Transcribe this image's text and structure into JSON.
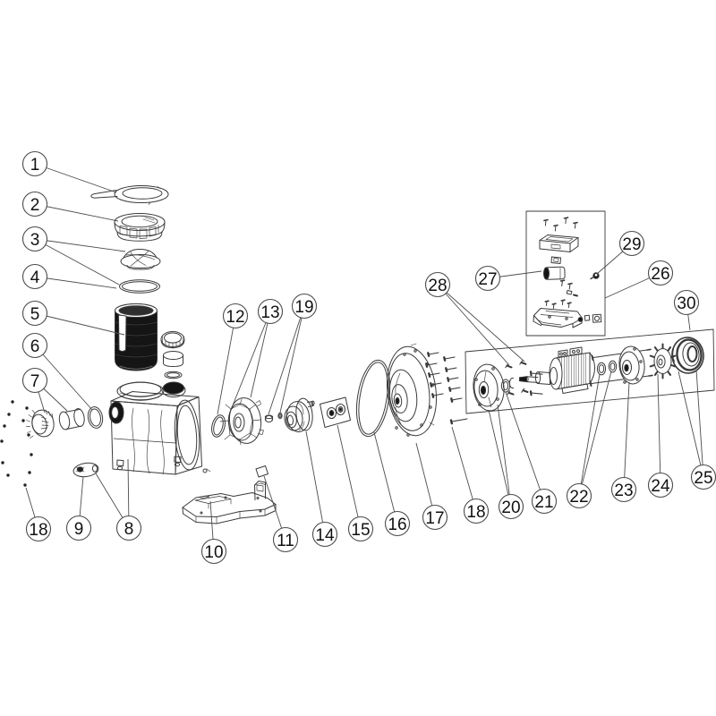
{
  "colors": {
    "background": "#ffffff",
    "line": "#3a3a3a",
    "dark_fill": "#151515",
    "callout_stroke": "#4d4d4d",
    "label_color": "#111111"
  },
  "callouts": {
    "c1": {
      "label": "1"
    },
    "c2": {
      "label": "2"
    },
    "c3": {
      "label": "3"
    },
    "c4": {
      "label": "4"
    },
    "c5": {
      "label": "5"
    },
    "c6": {
      "label": "6"
    },
    "c7": {
      "label": "7"
    },
    "c8": {
      "label": "8"
    },
    "c9": {
      "label": "9"
    },
    "c10": {
      "label": "10"
    },
    "c11": {
      "label": "11"
    },
    "c12": {
      "label": "12"
    },
    "c13": {
      "label": "13"
    },
    "c14": {
      "label": "14"
    },
    "c15": {
      "label": "15"
    },
    "c16": {
      "label": "16"
    },
    "c17": {
      "label": "17"
    },
    "c18_left": {
      "label": "18"
    },
    "c18_mid": {
      "label": "18"
    },
    "c19": {
      "label": "19"
    },
    "c20": {
      "label": "20"
    },
    "c21": {
      "label": "21"
    },
    "c22": {
      "label": "22"
    },
    "c23": {
      "label": "23"
    },
    "c24": {
      "label": "24"
    },
    "c25": {
      "label": "25"
    },
    "c26": {
      "label": "26"
    },
    "c27": {
      "label": "27"
    },
    "c28": {
      "label": "28"
    },
    "c29": {
      "label": "29"
    },
    "c30": {
      "label": "30"
    }
  }
}
